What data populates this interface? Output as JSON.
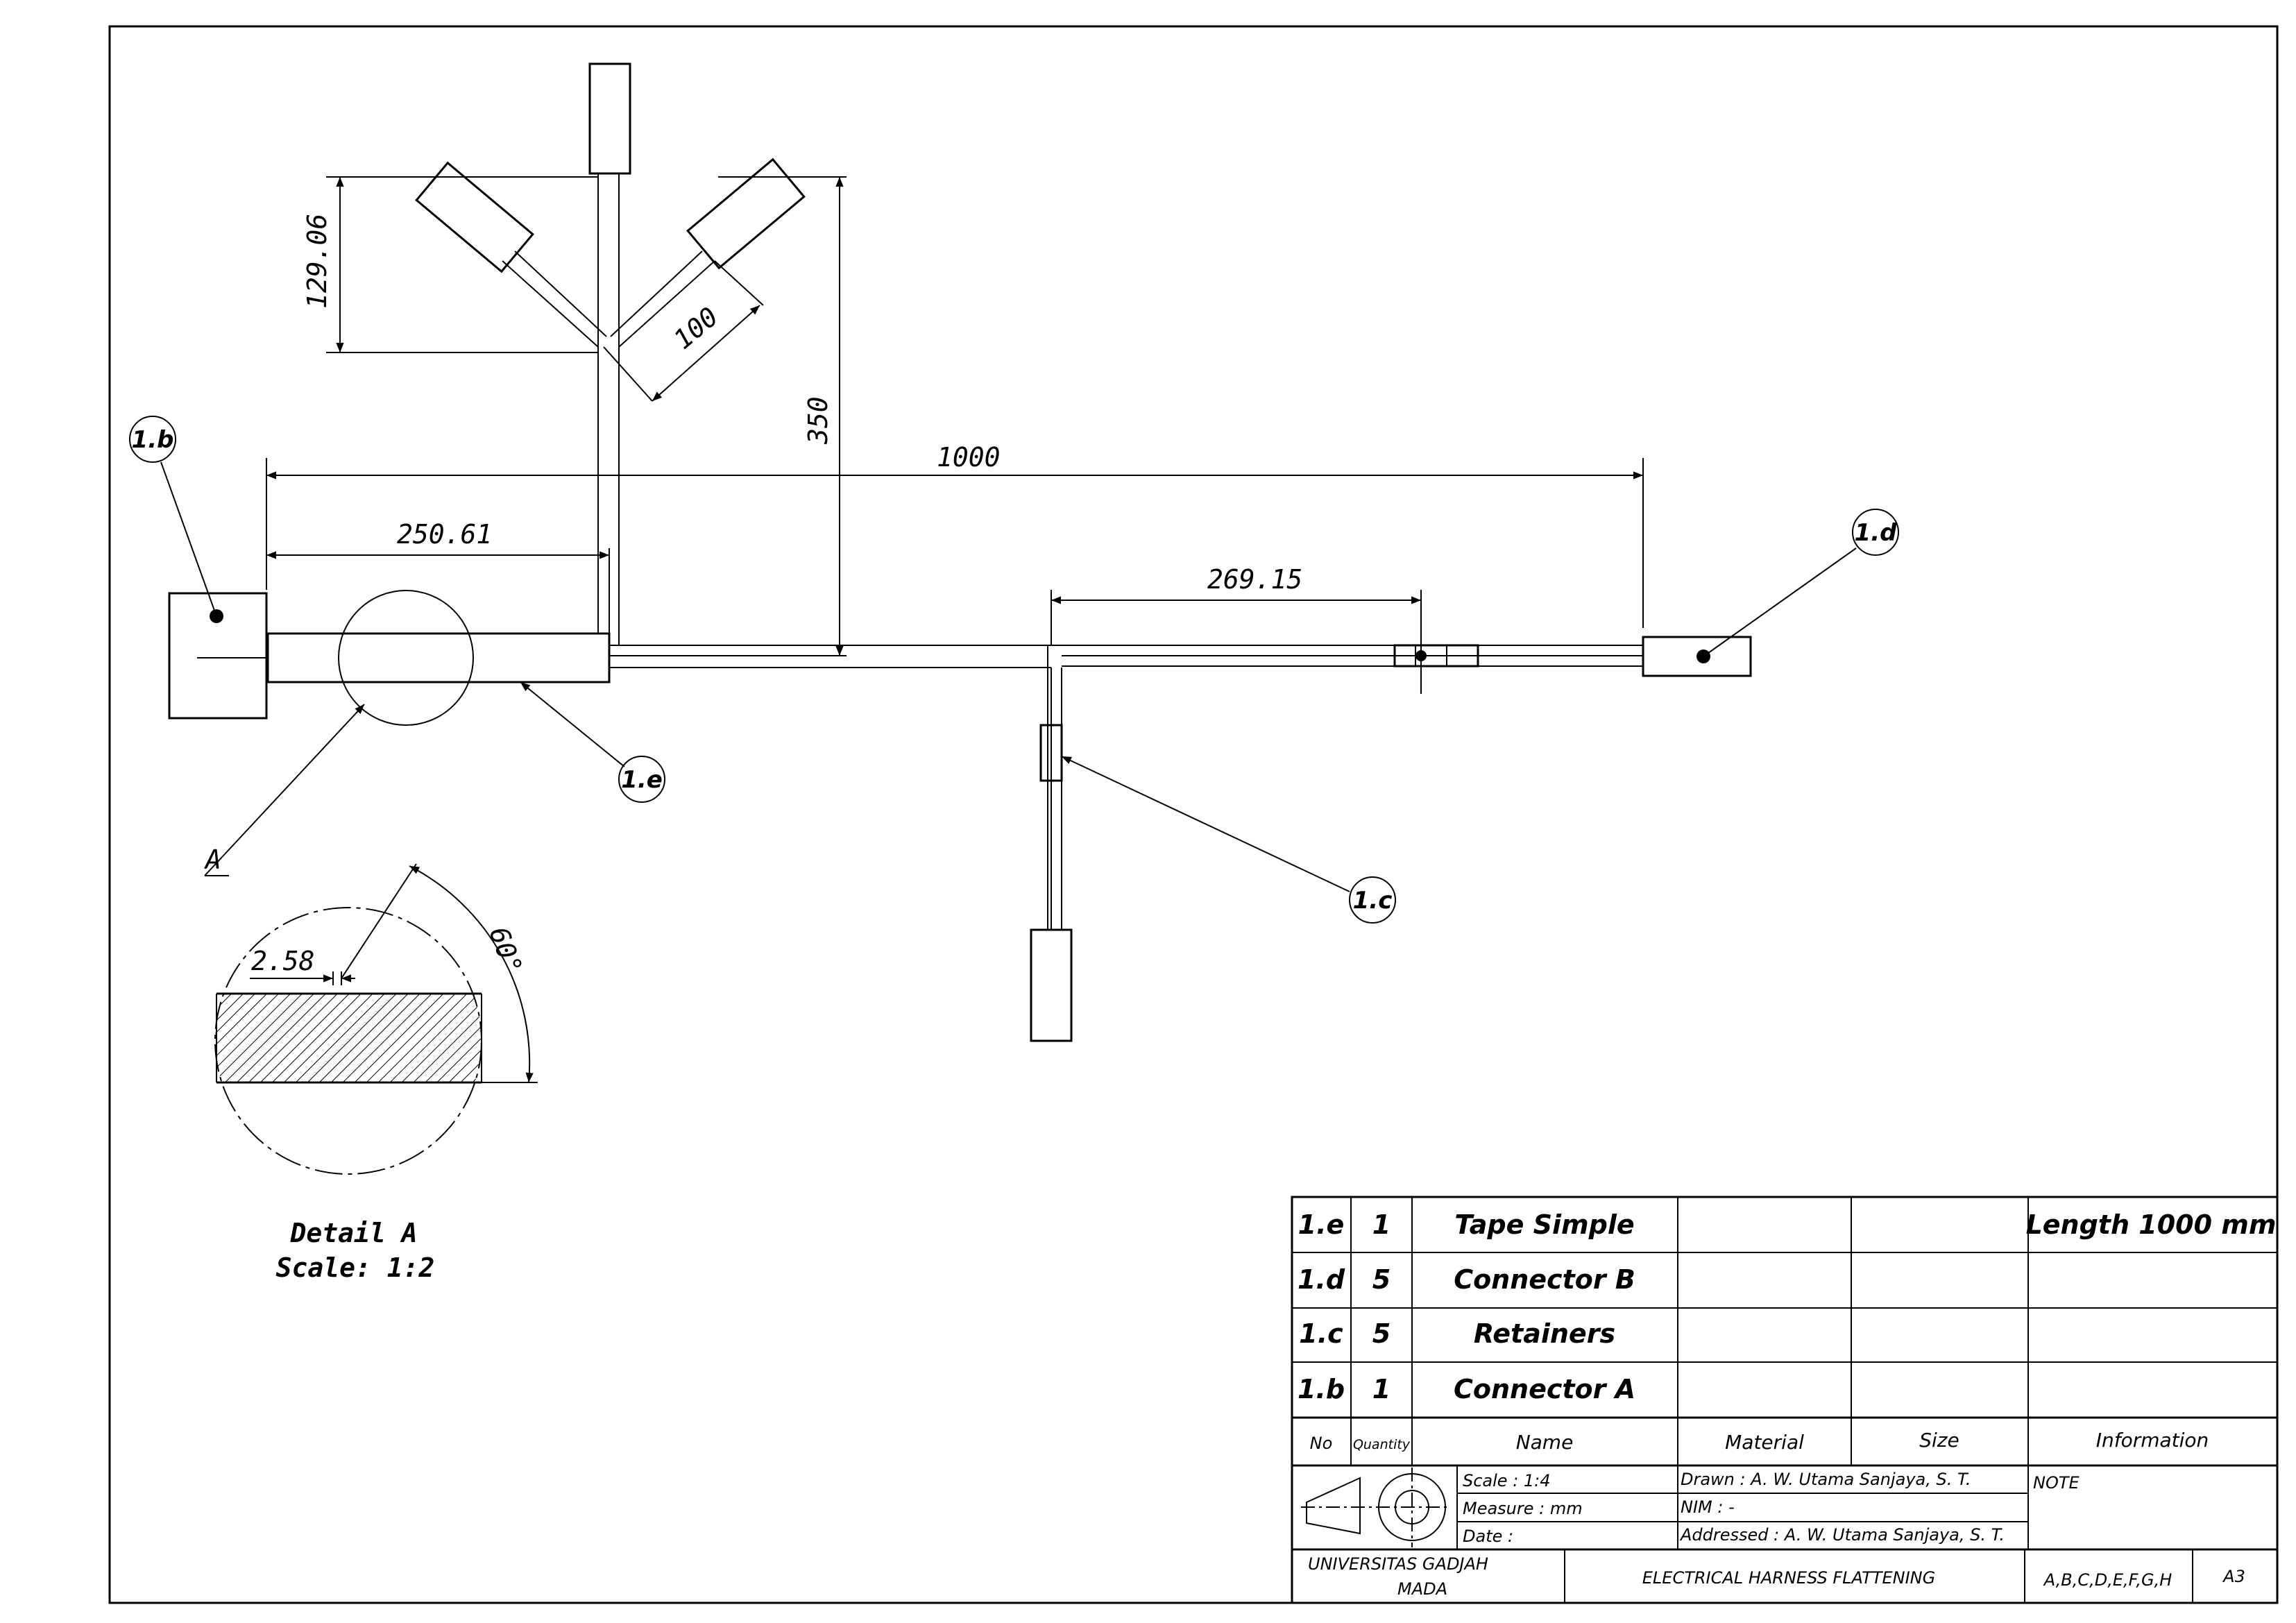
{
  "dimensions": {
    "d_129": "129.06",
    "d_100": "100",
    "d_350": "350",
    "d_1000": "1000",
    "d_250": "250.61",
    "d_269": "269.15",
    "d_258": "2.58",
    "d_60": "60°"
  },
  "balloons": {
    "b1b": "1.b",
    "b1e": "1.e",
    "b1c": "1.c",
    "b1d": "1.d"
  },
  "detail": {
    "ref_letter": "A",
    "title": "Detail A",
    "scale": "Scale:  1:2"
  },
  "parts_list": [
    {
      "no": "1.e",
      "qty": "1",
      "name": "Tape Simple",
      "material": "",
      "size": "",
      "info": "Length 1000 mm"
    },
    {
      "no": "1.d",
      "qty": "5",
      "name": "Connector B",
      "material": "",
      "size": "",
      "info": ""
    },
    {
      "no": "1.c",
      "qty": "5",
      "name": "Retainers",
      "material": "",
      "size": "",
      "info": ""
    },
    {
      "no": "1.b",
      "qty": "1",
      "name": "Connector A",
      "material": "",
      "size": "",
      "info": ""
    }
  ],
  "table_header": {
    "no": "No",
    "qty": "Quantity",
    "name": "Name",
    "material": "Material",
    "size": "Size",
    "info": "Information"
  },
  "title_block": {
    "scale": "Scale : 1:4",
    "measure": "Measure : mm",
    "date": "Date :",
    "drawn": "Drawn : A. W. Utama Sanjaya, S. T.",
    "nim": "NIM : -",
    "addressed": "Addressed : A. W. Utama Sanjaya, S. T.",
    "note": "NOTE",
    "university_line1": "UNIVERSITAS GADJAH",
    "university_line2": "MADA",
    "drawing_title": "ELECTRICAL HARNESS FLATTENING",
    "revisions": "A,B,C,D,E,F,G,H",
    "sheet_size": "A3"
  }
}
